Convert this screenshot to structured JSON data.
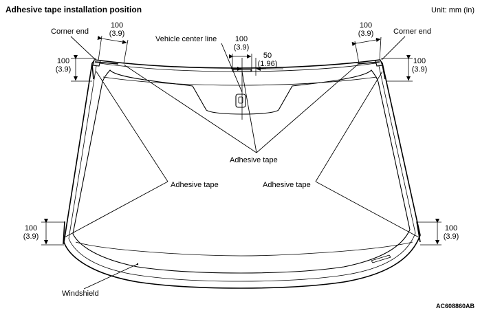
{
  "title": "Adhesive tape installation position",
  "unit": "Unit: mm (in)",
  "code": "AC608860AB",
  "labels": {
    "corner_end": "Corner end",
    "vehicle_center_line": "Vehicle center line",
    "adhesive_tape": "Adhesive tape",
    "windshield": "Windshield"
  },
  "dimensions": {
    "d100": "100",
    "d100_in": "(3.9)",
    "d50": "50",
    "d50_in": "(1.96)"
  }
}
